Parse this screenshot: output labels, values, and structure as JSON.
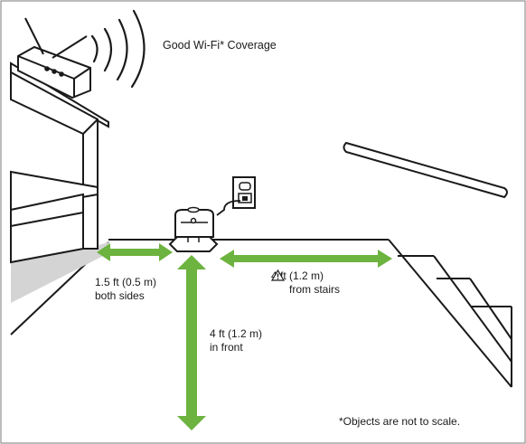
{
  "labels": {
    "wifi": "Good Wi-Fi* Coverage",
    "sides_distance": "1.5 ft (0.5 m)",
    "sides_text": "both sides",
    "stairs_distance": "4 ft (1.2 m)",
    "stairs_text": "from stairs",
    "front_distance": "4 ft (1.2 m)",
    "front_text": "in front",
    "scale_note": "*Objects are not to scale."
  },
  "colors": {
    "arrow": "#6cb33f",
    "line": "#1a1a1a",
    "shadow": "#d4d4d4",
    "frame": "#7a7a7a"
  },
  "icons": [
    "router-icon",
    "wifi-waves-icon",
    "power-outlet-icon",
    "home-base-icon",
    "warning-icon",
    "stairs-icon",
    "handrail-icon",
    "shelf-icon"
  ]
}
